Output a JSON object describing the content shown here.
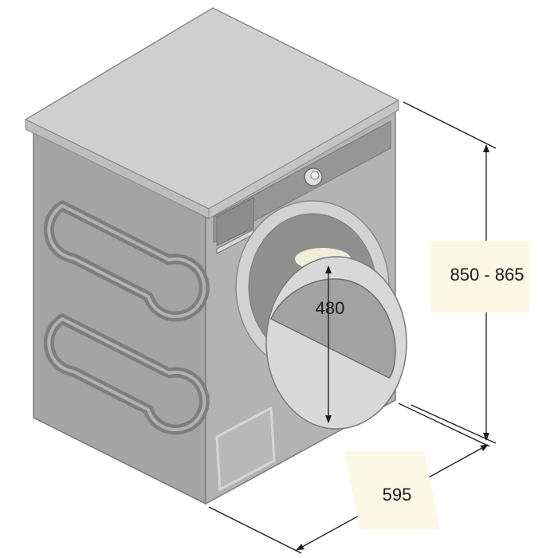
{
  "dimensions": {
    "height_label": "850 - 865",
    "width_label": "595",
    "door_opening_label": "480"
  },
  "colors": {
    "top_face": "#cfcfcf",
    "top_edge": "#bdbdbd",
    "side_face": "#a4a4a4",
    "front_face": "#b3b3b3",
    "panel_dark": "#8e8e8e",
    "door_glass": "#a2a2a2",
    "door_ring": "#d8d8d8",
    "dimension_line": "#1a1a1a",
    "label_background": "#fbf8e6"
  },
  "icons": {
    "door_hinge_symbol": "circle-knob-icon"
  }
}
